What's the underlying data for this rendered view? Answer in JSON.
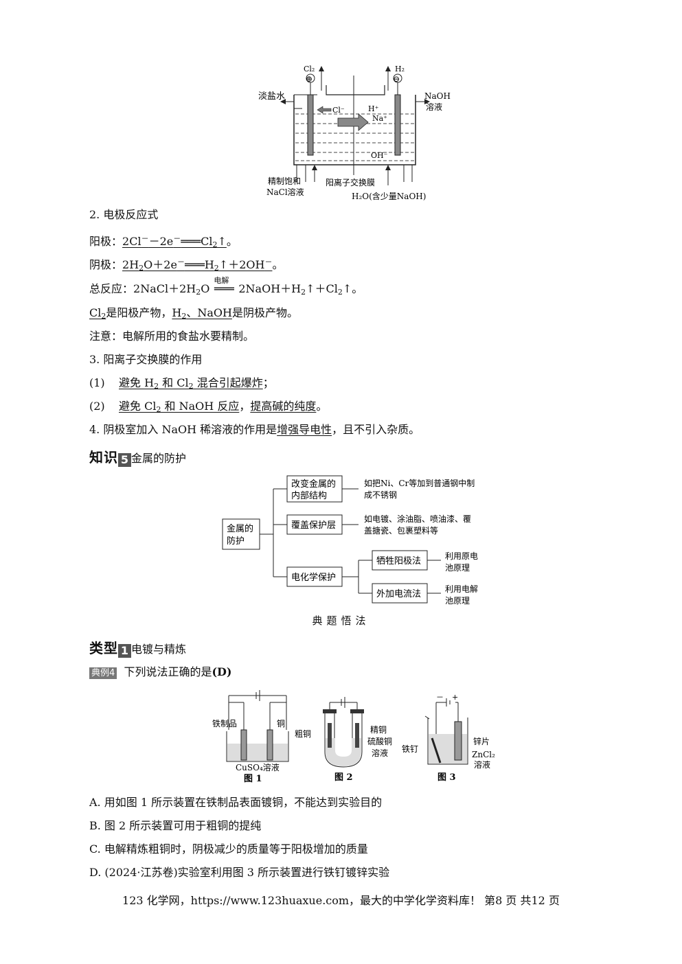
{
  "cell_diagram": {
    "cl2": "Cl₂",
    "h2": "H₂",
    "plus": "⊕",
    "minus": "⊖",
    "dilute_brine": "淡盐水",
    "naoh_line1": "NaOH",
    "naoh_line2": "溶液",
    "cl_ion": "Cl⁻",
    "h_ion": "H⁺",
    "na_ion": "Na⁺",
    "oh_ion": "OH⁻",
    "brine_line1": "精制饱和",
    "brine_line2": "NaCl溶液",
    "membrane": "阳离子交换膜",
    "water": "H₂O(含少量NaOH)"
  },
  "sec2": {
    "title": "2.  电极反应式",
    "anode_label": "阳极：",
    "anode_eq": "2Cl⁻－2e⁻═══Cl₂↑",
    "cathode_label": "阴极：",
    "total_label": "总反应：",
    "total_cond": "电解",
    "products_tail1": "是阳极产物，",
    "products_tail2": "是阴极产物。",
    "note": "注意：电解所用的食盐水要精制。"
  },
  "sec3": {
    "title": "3.  阳离子交换膜的作用",
    "item1_num": "(1)",
    "item2_num": "(2)"
  },
  "sec4": {
    "prefix": "4.  阴极室加入 NaOH 稀溶液的作用是",
    "underlined": "增强导电性",
    "suffix": "，且不引入杂质。"
  },
  "knowledge5": {
    "label": "知识",
    "num": "5",
    "title": "金属的防护"
  },
  "mindmap": {
    "root_line1": "金属的",
    "root_line2": "防护",
    "b1_line1": "改变金属的",
    "b1_line2": "内部结构",
    "b1_desc1": "如把Ni、Cr等加到普通钢中制",
    "b1_desc2": "成不锈钢",
    "b2": "覆盖保护层",
    "b2_desc1": "如电镀、涂油脂、喷油漆、覆",
    "b2_desc2": "盖搪瓷、包裹塑料等",
    "b3": "电化学保护",
    "b3a": "牺牲阳极法",
    "b3a_desc1": "利用原电",
    "b3a_desc2": "池原理",
    "b3b": "外加电流法",
    "b3b_desc1": "利用电解",
    "b3b_desc2": "池原理"
  },
  "typical_title": "典题悟法",
  "type1": {
    "label": "类型",
    "num": "1",
    "title": "电镀与精炼"
  },
  "example": {
    "tag": "典例4",
    "question": "下列说法正确的是",
    "answer": "(D)"
  },
  "figures": {
    "fig1_left": "铁制品",
    "fig1_right": "铜",
    "fig1_solution": "CuSO₄溶液",
    "fig1_caption": "图 1",
    "fig2_left": "粗铜",
    "fig2_r1": "精铜",
    "fig2_r2": "硫酸铜",
    "fig2_r3": "溶液",
    "fig2_caption": "图 2",
    "fig3_minus": "－",
    "fig3_plus": "+",
    "fig3_left": "铁钉",
    "fig3_r1": "锌片",
    "fig3_r2": "ZnCl₂",
    "fig3_r3": "溶液",
    "fig3_caption": "图 3"
  },
  "options": {
    "a": "A.  用如图 1 所示装置在铁制品表面镀铜，不能达到实验目的",
    "b": "B.  图 2 所示装置可用于粗铜的提纯",
    "c": "C.  电解精炼粗铜时，阴极减少的质量等于阳极增加的质量",
    "d": "D. (2024·江苏卷)实验室利用图 3 所示装置进行铁钉镀锌实验"
  },
  "footer": "123 化学网，https://www.123huaxue.com，最大的中学化学资料库！   第8 页  共12 页"
}
